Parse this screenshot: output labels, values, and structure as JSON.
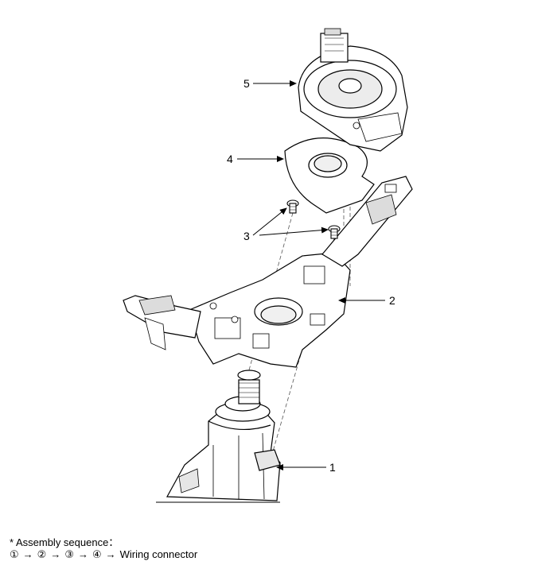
{
  "callouts": {
    "c1": "1",
    "c2": "2",
    "c3": "3",
    "c4": "4",
    "c5": "5"
  },
  "note": {
    "title": "Assembly sequence：",
    "bullet": "*",
    "steps": [
      "①",
      "②",
      "③",
      "④"
    ],
    "arrow": "→",
    "final": "Wiring connector"
  },
  "colors": {
    "line": "#000000",
    "guide": "#444444",
    "fill": "#ffffff",
    "shade": "#d8d8d8"
  }
}
